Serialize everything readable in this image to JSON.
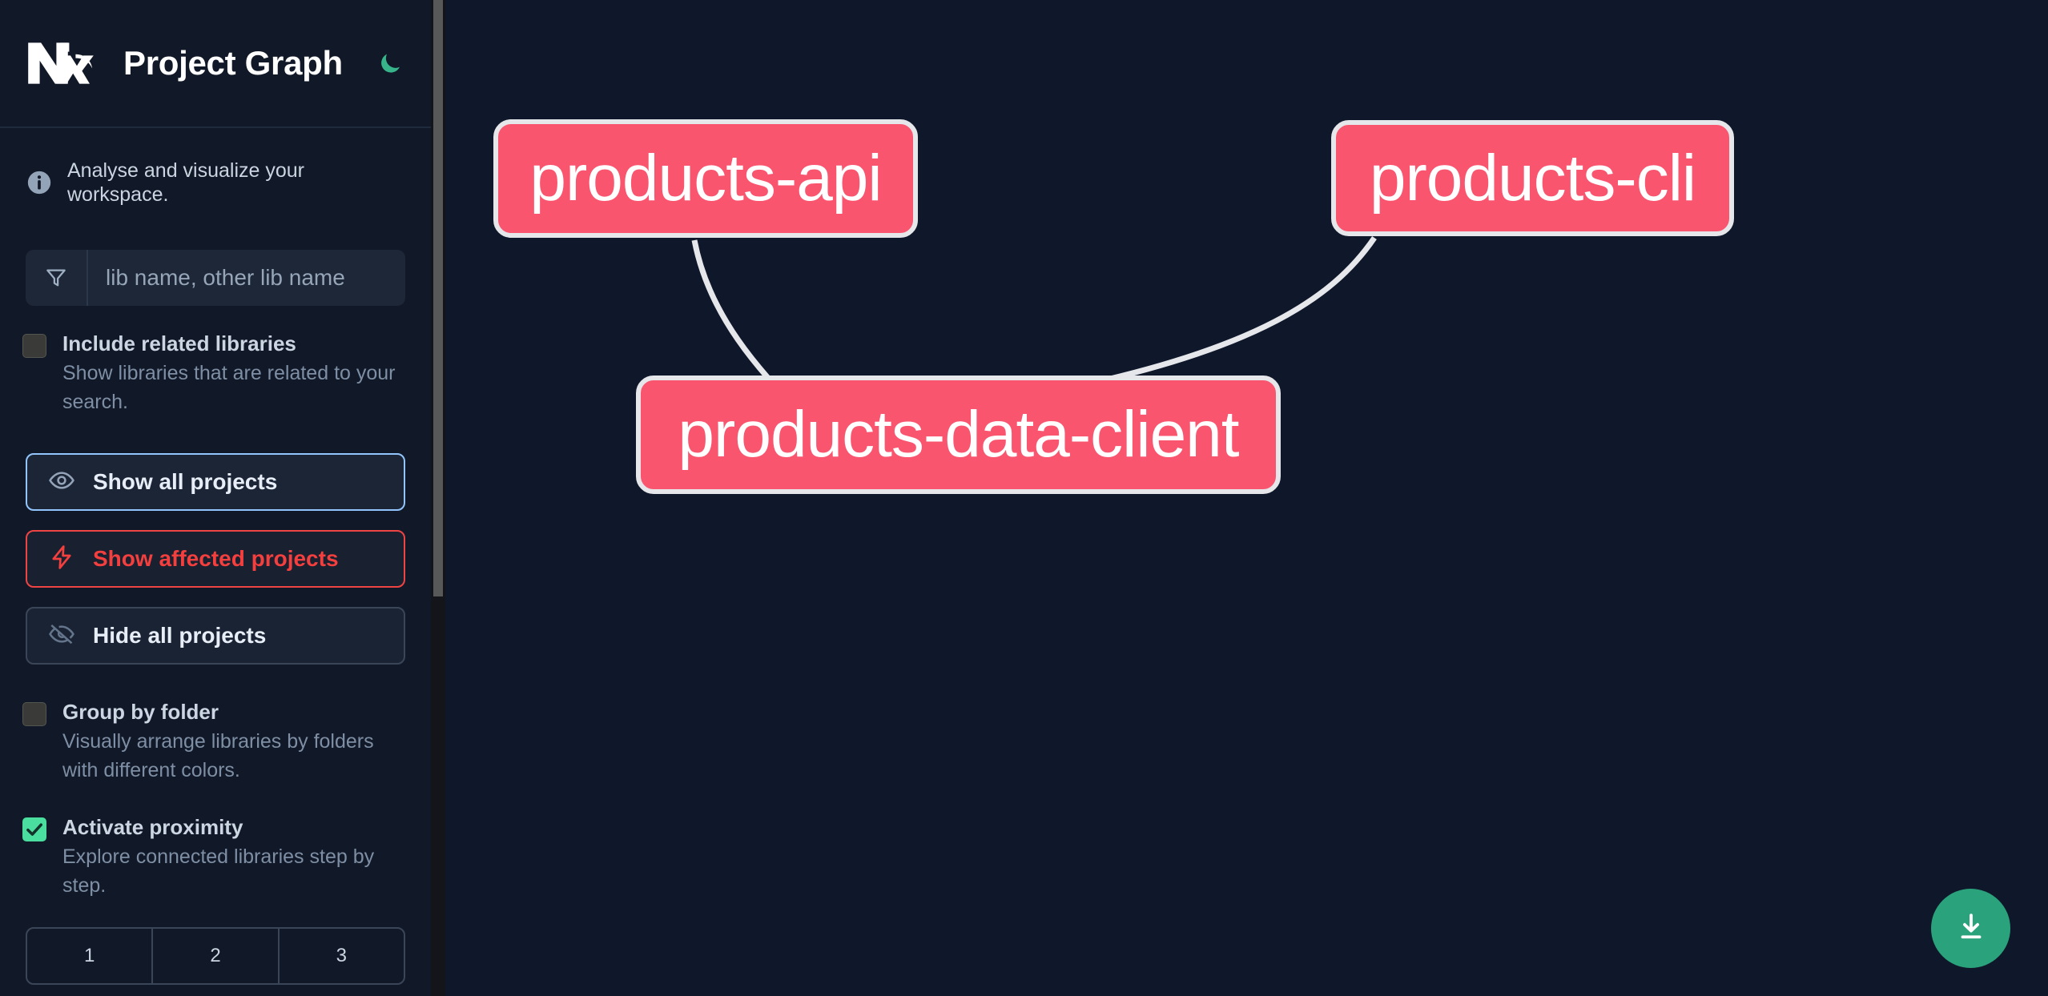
{
  "header": {
    "logo_icon": "nx-logo-icon",
    "title": "Project Graph",
    "theme_toggle_icon": "moon-icon",
    "theme_accent": "#38b48b"
  },
  "sidebar": {
    "tagline": "Analyse and visualize your workspace.",
    "tagline_icon": "info-icon",
    "search": {
      "icon": "filter-funnel-icon",
      "value": "",
      "placeholder": "lib name, other lib name"
    },
    "options": [
      {
        "name": "include-related-libraries",
        "label": "Include related libraries",
        "description": "Show libraries that are related to your search.",
        "checked": false
      },
      {
        "name": "group-by-folder",
        "label": "Group by folder",
        "description": "Visually arrange libraries by folders with different colors.",
        "checked": false
      },
      {
        "name": "activate-proximity",
        "label": "Activate proximity",
        "description": "Explore connected libraries step by step.",
        "checked": true
      }
    ],
    "buttons": [
      {
        "name": "show-all-projects",
        "label": "Show all projects",
        "icon": "eye-icon",
        "style": "primary",
        "accent": "#93c5fd"
      },
      {
        "name": "show-affected-projects",
        "label": "Show affected projects",
        "icon": "lightning-icon",
        "style": "danger",
        "accent": "#ef4444"
      },
      {
        "name": "hide-all-projects",
        "label": "Hide all projects",
        "icon": "eye-off-icon",
        "style": "plain",
        "accent": "#3a4658"
      }
    ],
    "proximity_steps": [
      "1",
      "2",
      "3"
    ]
  },
  "graph": {
    "background": "#0f172a",
    "node_fill": "#f9556f",
    "node_border": "#e5e7eb",
    "edge_color": "#e5e7eb",
    "nodes": [
      {
        "id": "products-api",
        "label": "products-api"
      },
      {
        "id": "products-cli",
        "label": "products-cli"
      },
      {
        "id": "products-data-client",
        "label": "products-data-client"
      }
    ],
    "edges": [
      {
        "from": "products-api",
        "to": "products-data-client"
      },
      {
        "from": "products-cli",
        "to": "products-data-client"
      }
    ]
  },
  "download_button": {
    "name": "download-graph-button",
    "icon": "download-icon",
    "color": "#2aa37c"
  }
}
